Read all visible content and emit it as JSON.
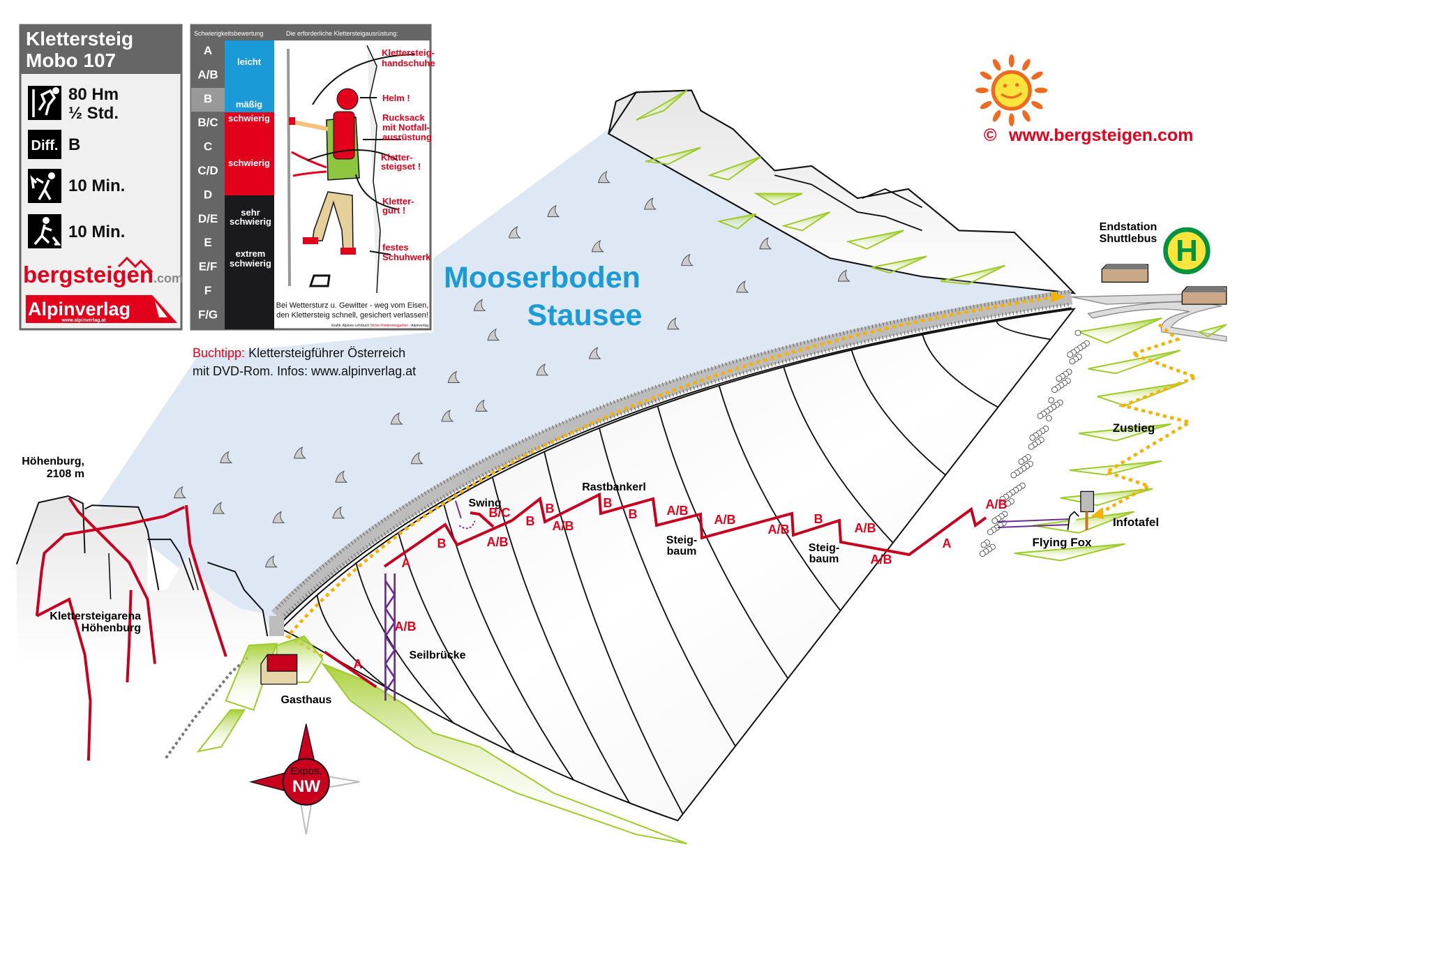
{
  "infobox": {
    "title_line1": "Klettersteig",
    "title_line2": "Mobo 107",
    "height": "80 Hm",
    "duration": "½ Std.",
    "diff_label": "Diff.",
    "difficulty": "B",
    "approach_time": "10 Min.",
    "descent_time": "10 Min.",
    "logo_bergsteigen": "bergsteigen",
    "logo_com": ".com",
    "logo_alpinverlag": "Alpinverlag",
    "logo_alpinverlag_url": "www.alpinverlag.at"
  },
  "grades_panel": {
    "header_left": "Schwierigkeitsbewertung",
    "header_right": "Die erforderliche Klettersteigausrüstung:",
    "grades": [
      "A",
      "A/B",
      "B",
      "B/C",
      "C",
      "C/D",
      "D",
      "D/E",
      "E",
      "E/F",
      "F",
      "F/G"
    ],
    "selected_grade": "B",
    "levels": {
      "easy": "leicht",
      "moderate": "mäßig",
      "difficult_1": "schwierig",
      "difficult_2": "schwierig",
      "very_1": "sehr",
      "very_2": "schwierig",
      "extreme_1": "extrem",
      "extreme_2": "schwierig"
    },
    "colors": {
      "easy": "#1a9ad6",
      "difficult": "#e2001a",
      "extreme": "#1a1a1e"
    },
    "equipment": {
      "gloves_1": "Klettersteig-",
      "gloves_2": "handschuhe",
      "helmet": "Helm !",
      "backpack_1": "Rucksack",
      "backpack_2": "mit Notfall-",
      "backpack_3": "ausrüstung",
      "set_1": "Kletter-",
      "set_2": "steigset !",
      "harness_1": "Kletter-",
      "harness_2": "gurt !",
      "shoes_1": "festes",
      "shoes_2": "Schuhwerk"
    },
    "warning_1": "Bei Wettersturz u. Gewitter - weg vom Eisen,",
    "warning_2": "den Klettersteig schnell, gesichert verlassen!",
    "credit_prefix": "Grafik: Alpines Lehrbuch ",
    "credit_title": "Sicher Klettersteiggehen",
    "credit_suffix": " - Alpinverlag"
  },
  "buchtipp": {
    "label": "Buchtipp:",
    "line1": " Klettersteigführer Österreich",
    "line2": "mit DVD-Rom. Infos: www.alpinverlag.at"
  },
  "copyright": {
    "symbol": "©",
    "url": "www.bergsteigen.com"
  },
  "map": {
    "lake_1": "Mooserboden",
    "lake_2": "Stausee",
    "peak_1": "Höhenburg,",
    "peak_2": "2108 m",
    "arena_1": "Klettersteigarena",
    "arena_2": "Höhenburg",
    "gasthaus": "Gasthaus",
    "seilbruecke": "Seilbrücke",
    "swing": "Swing",
    "rastbankerl": "Rastbankerl",
    "steigbaum_1": "Steig-",
    "steigbaum_2": "baum",
    "flying_fox": "Flying Fox",
    "infotafel": "Infotafel",
    "zustieg": "Zustieg",
    "endstation_1": "Endstation",
    "endstation_2": "Shuttlebus",
    "bus_stop": "H",
    "exposure_label": "Expos.",
    "exposure": "NW",
    "route_grades": [
      "A",
      "B",
      "B/C",
      "A/B",
      "B",
      "B",
      "A/B",
      "B",
      "B",
      "A/B",
      "A/B",
      "A/B",
      "B",
      "A/B",
      "A/B",
      "A",
      "A/B",
      "A/B",
      "A"
    ],
    "colors": {
      "route": "#c8001e",
      "lake": "#dde8f4",
      "access_path": "#f7b100",
      "grass": "#9ccb2a"
    }
  }
}
